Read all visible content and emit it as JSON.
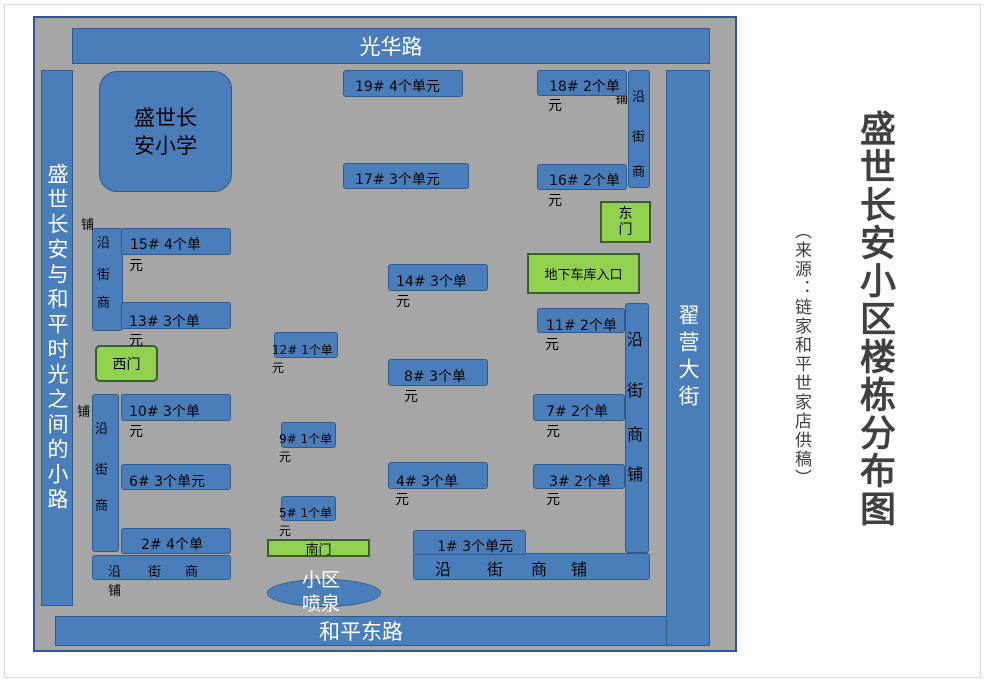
{
  "title": "盛世长安小区楼栋分布图",
  "source": "（来源：链家和平世家店供稿）",
  "roads": {
    "north": "光华路",
    "south": "和平东路",
    "east": "翟营大街",
    "west": "盛世长安与和平时光之间的小路"
  },
  "school": "盛世长安小学",
  "gates": {
    "west": "西门",
    "east": "东门",
    "south": "南门",
    "garage": "地下车库入口"
  },
  "fountain": "小区喷泉",
  "shops": {
    "label": "沿街商铺",
    "yan": "沿",
    "jie": "街",
    "shang": "商",
    "pu": "铺"
  },
  "buildings": {
    "b19": "19# 4个单元",
    "b18": "18# 2个单",
    "b17": "17# 3个单元",
    "b16": "16# 2个单",
    "b15": "15# 4个单",
    "b14": "14# 3个单",
    "b13": "13# 3个单",
    "b12": "12# 1个单",
    "b11": "11# 2个单",
    "b10": "10# 3个单",
    "b9": "9# 1个单",
    "b8": "8# 3个单",
    "b7": "7# 2个单",
    "b6": "6# 3个单元",
    "b5": "5# 1个单",
    "b4": "4# 3个单",
    "b3": "3# 2个单",
    "b2": "2# 4个单",
    "b1": "1# 3个单元",
    "yuan": "元"
  }
}
